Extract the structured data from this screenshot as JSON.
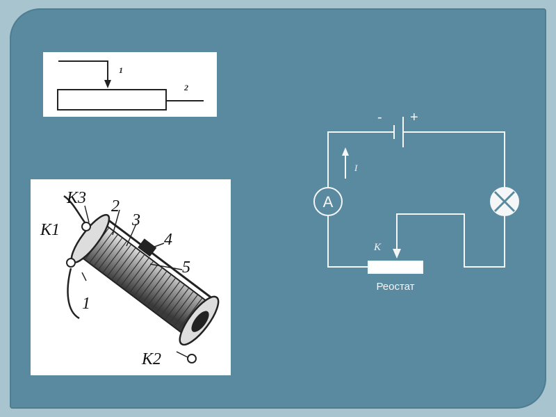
{
  "schematic": {
    "label_1": "1",
    "label_2": "2"
  },
  "photo": {
    "labels": [
      "K3",
      "2",
      "3",
      "4",
      "5",
      "K1",
      "1",
      "K2"
    ]
  },
  "circuit": {
    "minus": "-",
    "plus": "+",
    "current": "I",
    "ammeter": "A",
    "slider": "K",
    "rheostat": "Реостат"
  }
}
